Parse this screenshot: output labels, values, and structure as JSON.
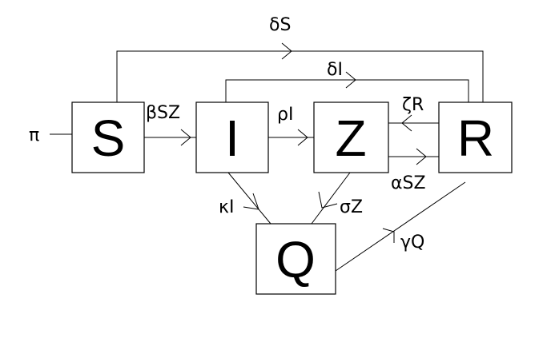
{
  "nodes": {
    "S": "S",
    "I": "I",
    "Z": "Z",
    "R": "R",
    "Q": "Q"
  },
  "edges": {
    "pi": "π",
    "beta_sz": "βSZ",
    "rho_i": "ρI",
    "delta_s": "δS",
    "delta_i": "δI",
    "zeta_r": "ζR",
    "alpha_sz": "αSZ",
    "kappa_i": "κI",
    "sigma_z": "σZ",
    "gamma_q": "γQ"
  },
  "colors": {
    "stroke": "#000000",
    "background": "#ffffff"
  }
}
